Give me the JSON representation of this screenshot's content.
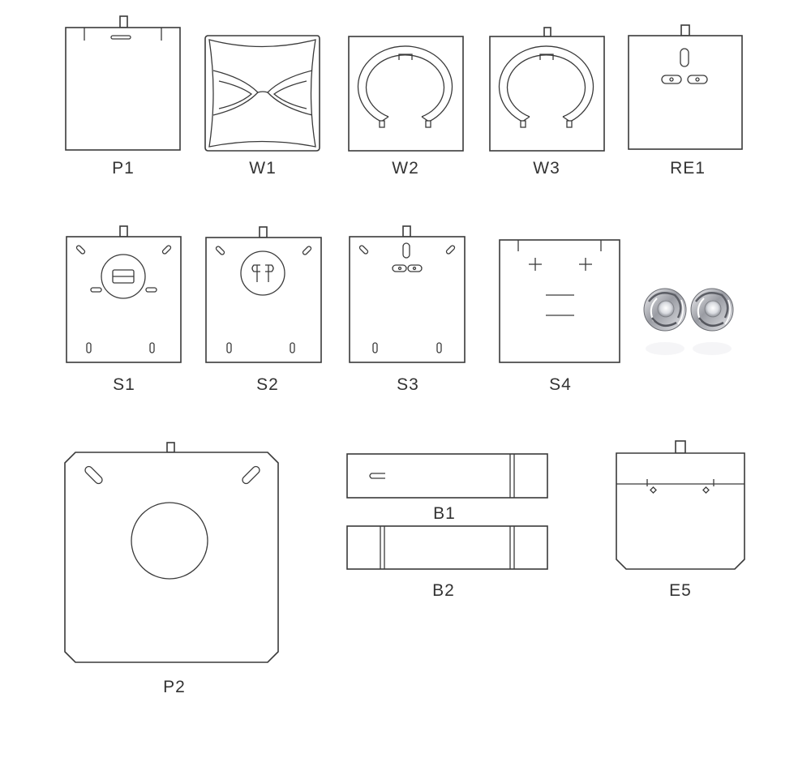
{
  "colors": {
    "line": "#3a3a3a",
    "label": "#333333",
    "background": "#ffffff"
  },
  "displays": [
    {
      "id": "P1",
      "label": "P1"
    },
    {
      "id": "W1",
      "label": "W1"
    },
    {
      "id": "W2",
      "label": "W2"
    },
    {
      "id": "W3",
      "label": "W3"
    },
    {
      "id": "RE1",
      "label": "RE1"
    },
    {
      "id": "S1",
      "label": "S1"
    },
    {
      "id": "S2",
      "label": "S2"
    },
    {
      "id": "S3",
      "label": "S3"
    },
    {
      "id": "S4",
      "label": "S4"
    },
    {
      "id": "P2",
      "label": "P2"
    },
    {
      "id": "B1",
      "label": "B1"
    },
    {
      "id": "B2",
      "label": "B2"
    },
    {
      "id": "E5",
      "label": "E5"
    }
  ],
  "photo": {
    "subject": "earrings-photo"
  }
}
